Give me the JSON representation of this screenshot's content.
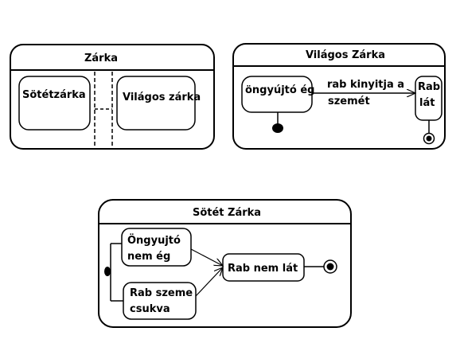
{
  "zarka": {
    "title": "Zárka",
    "region_left": "Sötétzárka",
    "region_right": "Világos zárka"
  },
  "vilagos": {
    "title": "Világos Zárka",
    "state_left": "öngyújtó ég",
    "transition_line1": "rab kinyitja a",
    "transition_line2": "szemét",
    "state_right_line1": "Rab",
    "state_right_line2": "lát"
  },
  "sotet": {
    "title": "Sötét Zárka",
    "state_top_line1": "Öngyujtó",
    "state_top_line2": "nem ég",
    "state_bottom_line1": "Rab szeme",
    "state_bottom_line2": "csukva",
    "state_target": "Rab nem lát"
  }
}
